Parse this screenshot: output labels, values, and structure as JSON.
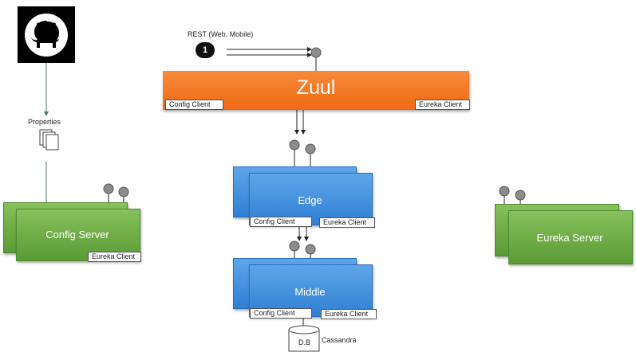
{
  "rest": {
    "label": "REST (Web, Mobile)",
    "step": "1"
  },
  "zuul": {
    "title": "Zuul",
    "config_client": "Config Client",
    "eureka_client": "Eureka Client"
  },
  "edge": {
    "title": "Edge",
    "config_client": "Config Client",
    "eureka_client": "Eureka Client"
  },
  "middle": {
    "title": "Middle",
    "config_client": "Config Client",
    "eureka_client": "Eureka Client"
  },
  "config_server": {
    "title": "Config Server",
    "eureka_client": "Eureka Client"
  },
  "eureka_server": {
    "title": "Eureka Server"
  },
  "properties": {
    "label": "Properties"
  },
  "db": {
    "label": "D.B",
    "name": "Cassandra"
  },
  "colors": {
    "zuul": "#ee6a12",
    "service_blue": "#3f8ddc",
    "server_green": "#6aa841"
  }
}
